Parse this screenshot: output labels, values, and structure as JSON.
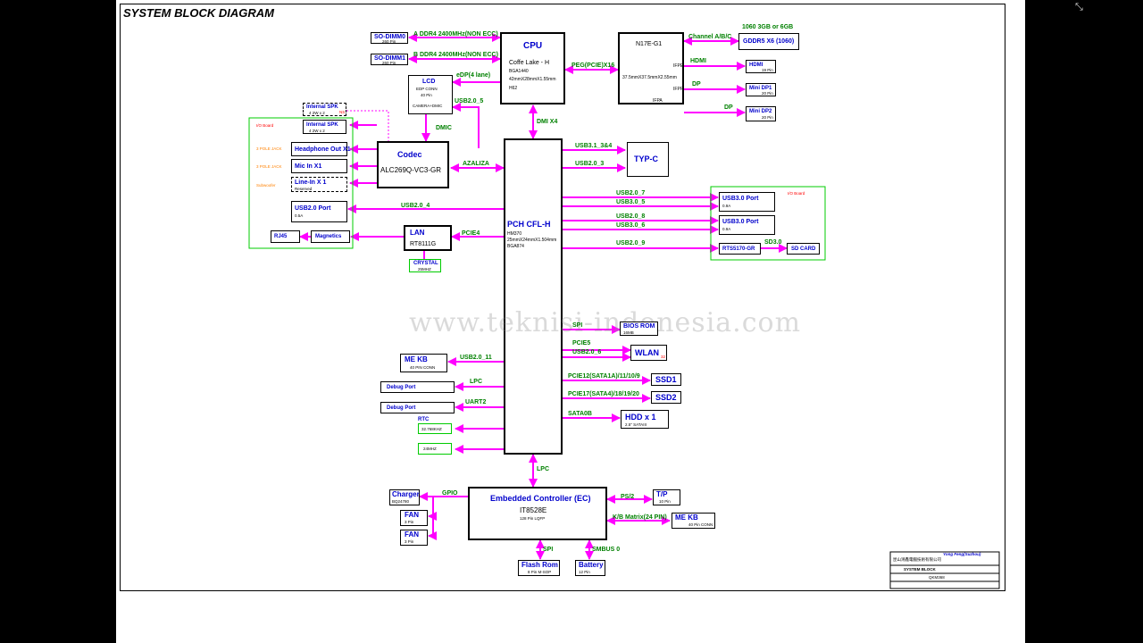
{
  "title": "SYSTEM BLOCK DIAGRAM",
  "watermark": "www.teknisi-indonesia.com",
  "colors": {
    "bus": "#ff00ff",
    "label": "#008000",
    "block_text": "#0000cc",
    "io_board": "#00cc00"
  },
  "memory": {
    "dimm0": {
      "label": "SO-DIMM0",
      "sub": "260 Pin",
      "bus": "A DDR4 2400MHz(NON ECC)"
    },
    "dimm1": {
      "label": "SO-DIMM1",
      "sub": "260 Pin",
      "bus": "B DDR4 2400MHz(NON ECC)"
    }
  },
  "cpu": {
    "title": "CPU",
    "name": "Coffe Lake - H",
    "pkg": "BGA1440",
    "size": "42mmX28mmX1.55mm",
    "code": "H62"
  },
  "gpu": {
    "name": "N17E-G1",
    "size": "37.5mmX37.5mmX2.55mm",
    "port_e": "IFPE",
    "port_f": "IFPF",
    "port_a": "IFPA"
  },
  "gddr": {
    "note": "1060 3GB or 6GB",
    "bus": "Channel A/B/C",
    "label": "GDDR5 X6 (1060)"
  },
  "gpu_out": {
    "hdmi_bus": "HDMI",
    "hdmi": "HDMI",
    "hdmi_pin": "19 Pin",
    "dp_bus": "DP",
    "dp1": "Mini DP1",
    "dp1_pin": "20 Pin",
    "dp2_bus": "DP",
    "dp2": "Mini DP2",
    "dp2_pin": "20 Pin"
  },
  "peg": "PEG(PCIE)X16",
  "dmi": "DMI X4",
  "lcd": {
    "label": "LCD",
    "conn": "EDP CONN",
    "pin": "40 Pin",
    "sub": "CAMERA+DMIC",
    "bus": "eDP(4 lane)",
    "usb": "USB2.0_5",
    "dmic": "DMIC"
  },
  "audio": {
    "io_board": "I/O Board",
    "int_spk_dashed": "Internal SPK",
    "int_spk_dashed_sub": "4    2W x 2",
    "int_spk_dashed_note": "NS",
    "int_spk": "Internal SPK",
    "int_spk_sub": "4    2W x 2",
    "headphone": "Headphone Out X1",
    "micin": "Mic In X1",
    "linein": "Line-In X 1",
    "linein_sub": "Reserved",
    "jack1": "3 POLE JACK",
    "jack2": "3 POLE JACK",
    "subwoofer": "Subwoofer",
    "codec": "Codec",
    "codec_name": "ALC269Q-VC3-GR",
    "azalia": "AZALIZA"
  },
  "left_usb": {
    "label": "USB2.0 Port",
    "sub": "0.5A",
    "bus": "USB2.0_4"
  },
  "lan": {
    "label": "LAN",
    "name": "RT8111G",
    "bus": "PCIE4",
    "magnetics": "Magnetics",
    "rj45": "RJ45",
    "crystal": "CRYSTAL",
    "crystal_freq": "25MHZ"
  },
  "pch": {
    "title": "PCH CFL-H",
    "l1": "HM370",
    "l2": "25mmX24mmX1.504mm",
    "l3": "BGA874"
  },
  "typec": {
    "label": "TYP-C",
    "bus1": "USB3.1_3&4",
    "bus2": "USB2.0_3"
  },
  "right_io": {
    "io_board": "I/O Board",
    "usb3a": "USB3.0 Port",
    "usb3a_sub": "0.9A",
    "usb3b": "USB3.0 Port",
    "usb3b_sub": "0.9A",
    "rts": "RTS5170-GR",
    "sd": "SD CARD",
    "sd_bus": "SD3.0",
    "b1": "USB2.0_7",
    "b2": "USB3.0_5",
    "b3": "USB2.0_8",
    "b4": "USB3.0_6",
    "b5": "USB2.0_9"
  },
  "bios": {
    "bus": "SPI",
    "label": "BIOS ROM",
    "sub": "16MB"
  },
  "wlan": {
    "bus1": "PCIE5",
    "bus2": "USB2.0_6",
    "label": "WLAN",
    "note": "32"
  },
  "ssd1": {
    "bus": "PCIE12(SATA1A)/11/10/9",
    "label": "SSD1"
  },
  "ssd2": {
    "bus": "PCIE17(SATA4)/18/19/20",
    "label": "SSD2"
  },
  "hdd": {
    "bus": "SATA0B",
    "label": "HDD x 1",
    "sub": "2.5\" SATAIII"
  },
  "mekb_left": {
    "label": "ME KB",
    "sub": "40 PIN CONN",
    "bus": "USB2.0_11"
  },
  "debug1": {
    "label": "Debug Port",
    "bus": "LPC"
  },
  "debug2": {
    "label": "Debug Port",
    "bus": "UART2"
  },
  "rtc": {
    "label": "RTC",
    "freq": "32.768KHZ"
  },
  "clk24": "24MHZ",
  "lpc": "LPC",
  "ec": {
    "title": "Embedded Controller (EC)",
    "name": "IT8528E",
    "sub": "128 Pin LQFP"
  },
  "charger": {
    "label": "Charger",
    "sub": "BQ24780",
    "bus": "GPIO"
  },
  "fan1": {
    "label": "FAN",
    "sub": "3 Pin"
  },
  "fan2": {
    "label": "FAN",
    "sub": "3 Pin"
  },
  "tp": {
    "bus": "PS/2",
    "label": "T/P",
    "sub": "10 Pin"
  },
  "mekb_ec": {
    "bus": "K/B Matrix(24 PIN)",
    "label": "ME KB",
    "sub": "40 Pin CONN"
  },
  "flash": {
    "bus": "SPI",
    "label": "Flash Rom",
    "sub": "8 Pin M-SOP"
  },
  "battery": {
    "bus": "SMBUS 0",
    "label": "Battery",
    "sub": "12 Pin"
  },
  "titleblock": {
    "company": "Yong Feng(Suzhou)",
    "company_cn": "昆山鴻鑫電腦技術有限公司",
    "title": "SYSTEM BLOCK",
    "doc": "QKM368"
  },
  "corner_icon": "collapse-icon"
}
